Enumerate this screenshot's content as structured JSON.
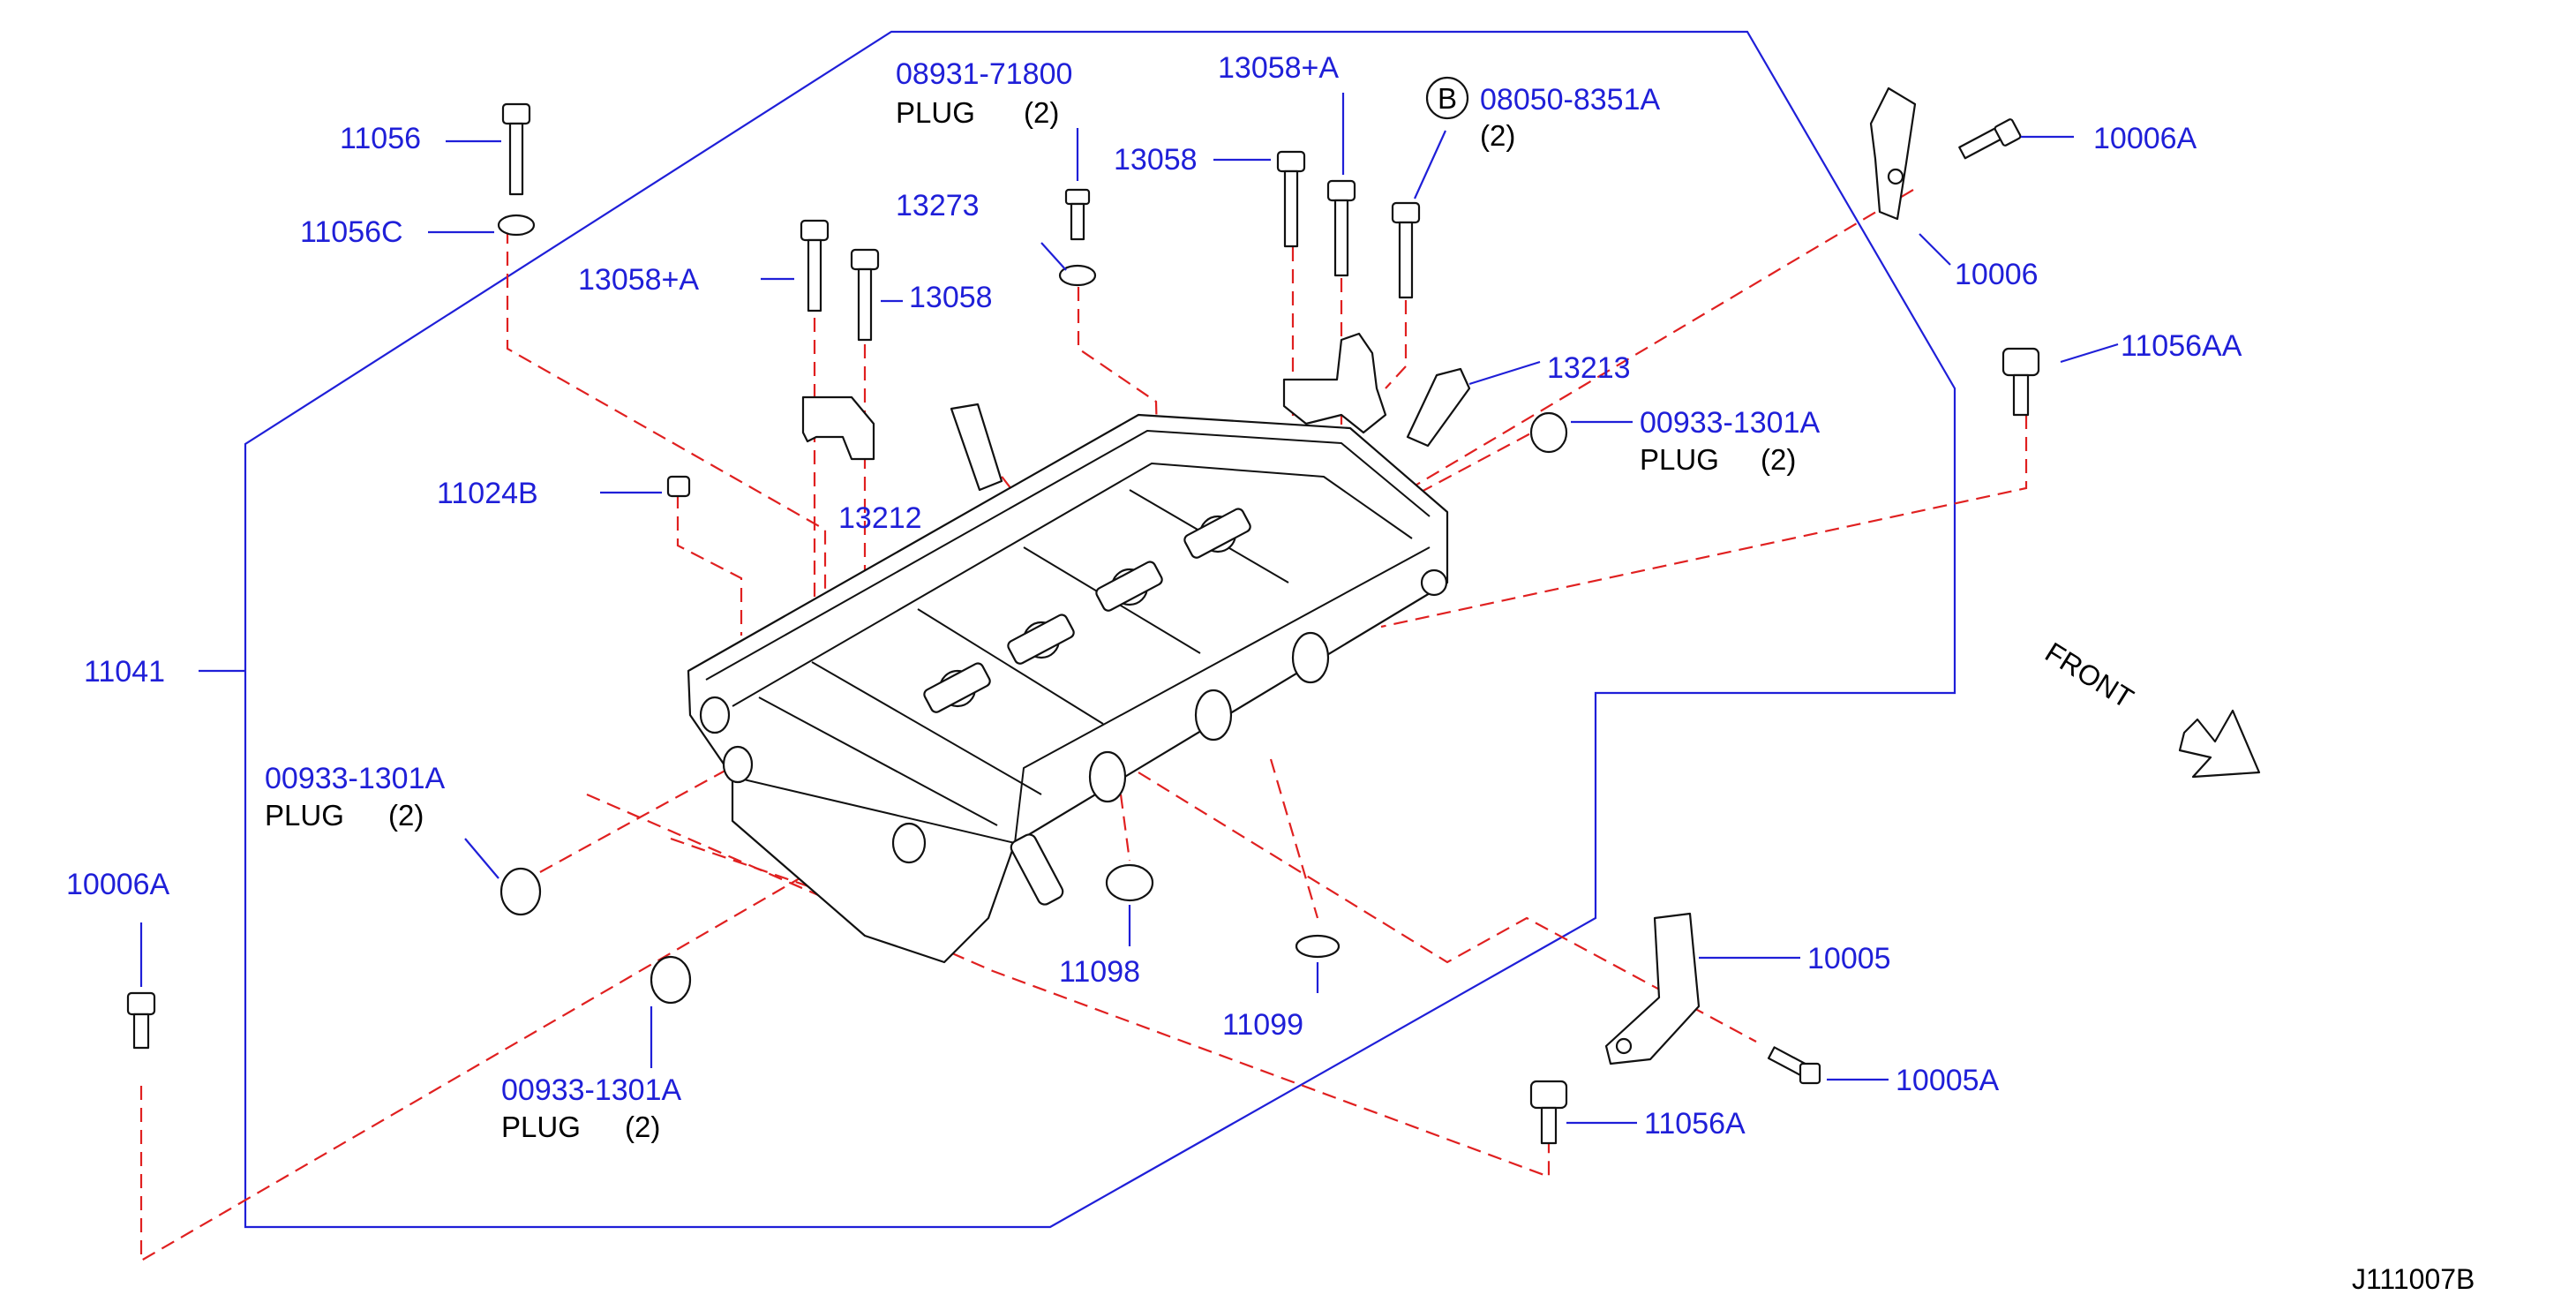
{
  "diagram_id": "J111007B",
  "front_label": "FRONT",
  "colors": {
    "part_number": "#1f1fd8",
    "leader_line": "#1f1fd8",
    "dashed_line": "#e02020",
    "outline": "#111111"
  },
  "labels": {
    "p11056": "11056",
    "p11056c": "11056C",
    "p08931": "08931-71800",
    "p08931_desc": "PLUG",
    "p08931_qty": "(2)",
    "p13273": "13273",
    "p13058a_top": "13058+A",
    "p13058_top": "13058",
    "b_circle": "B",
    "p08050": "08050-8351A",
    "p08050_qty": "(2)",
    "p10006a_top": "10006A",
    "p10006": "10006",
    "p13058a_left": "13058+A",
    "p13058_left": "13058",
    "p13213": "13213",
    "p11056aa": "11056AA",
    "p00933_right": "00933-1301A",
    "p00933_right_desc": "PLUG",
    "p00933_right_qty": "(2)",
    "p13212": "13212",
    "p11024b": "11024B",
    "p11041": "11041",
    "p00933_left": "00933-1301A",
    "p00933_left_desc": "PLUG",
    "p00933_left_qty": "(2)",
    "p10006a_left": "10006A",
    "p11098": "11098",
    "p11099": "11099",
    "p10005": "10005",
    "p10005a": "10005A",
    "p00933_bottom": "00933-1301A",
    "p00933_bottom_desc": "PLUG",
    "p00933_bottom_qty": "(2)",
    "p11056a": "11056A"
  }
}
